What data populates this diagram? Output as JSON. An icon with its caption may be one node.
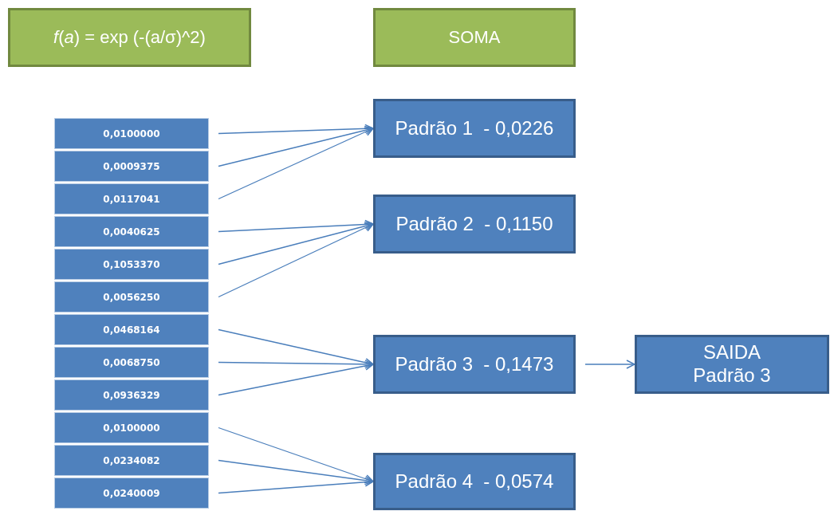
{
  "diagram": {
    "nodes": [
      {
        "text": [
          "*f*(*a*) = exp (-(a/σ)^2)"
        ]
      },
      {
        "text": [
          "SOMA"
        ]
      },
      {
        "text": [
          "0,0100000"
        ]
      },
      {
        "text": [
          "0,0009375"
        ]
      },
      {
        "text": [
          "0,0117041"
        ]
      },
      {
        "text": [
          "0,0040625"
        ]
      },
      {
        "text": [
          "0,1053370"
        ]
      },
      {
        "text": [
          "0,0056250"
        ]
      },
      {
        "text": [
          "0,0468164"
        ]
      },
      {
        "text": [
          "0,0068750"
        ]
      },
      {
        "text": [
          "0,0936329"
        ]
      },
      {
        "text": [
          "0,0100000"
        ]
      },
      {
        "text": [
          "0,0234082"
        ]
      },
      {
        "text": [
          "0,0240009"
        ]
      },
      {
        "text": [
          "Padrão 1  - 0,0226"
        ]
      },
      {
        "text": [
          "Padrão 2  - 0,1150"
        ]
      },
      {
        "text": [
          "Padrão 3  - 0,1473"
        ]
      },
      {
        "text": [
          "Padrão 4  - 0,0574"
        ]
      },
      {
        "text": [
          "SAIDA",
          "Padrão 3"
        ]
      }
    ],
    "edges": [
      {
        "from": 2,
        "to": 14,
        "arrow": "to"
      },
      {
        "from": 3,
        "to": 14,
        "arrow": "to"
      },
      {
        "from": 4,
        "to": 14,
        "arrow": "to"
      },
      {
        "from": 5,
        "to": 15,
        "arrow": "to"
      },
      {
        "from": 6,
        "to": 15,
        "arrow": "to"
      },
      {
        "from": 7,
        "to": 15,
        "arrow": "to"
      },
      {
        "from": 8,
        "to": 16,
        "arrow": "to"
      },
      {
        "from": 9,
        "to": 16,
        "arrow": "to"
      },
      {
        "from": 10,
        "to": 16,
        "arrow": "to"
      },
      {
        "from": 11,
        "to": 17,
        "arrow": "to"
      },
      {
        "from": 12,
        "to": 17,
        "arrow": "to"
      },
      {
        "from": 13,
        "to": 17,
        "arrow": "to"
      },
      {
        "from": 16,
        "to": 18,
        "arrow": "to"
      }
    ]
  }
}
